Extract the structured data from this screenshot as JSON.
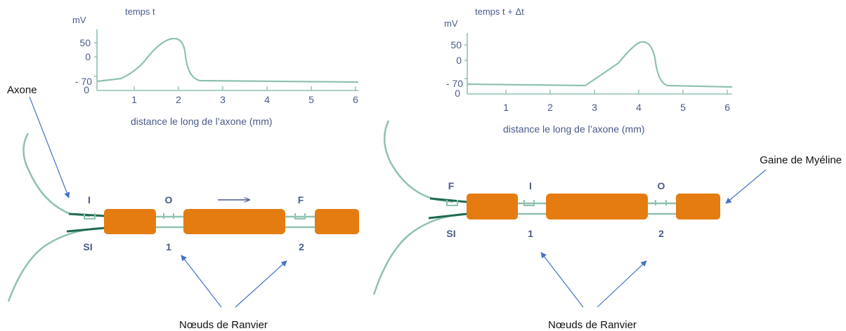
{
  "colors": {
    "trace": "#8fc2ae",
    "axon_dark": "#1e6b4f",
    "myelin": "#e47c12",
    "text_blue": "#4a5a8a",
    "arrow": "#4472c4",
    "label": "#111111"
  },
  "labels": {
    "axone": "Axone",
    "gaine": "Gaine de Myéline",
    "noeuds_left": "Nœuds de Ranvier",
    "noeuds_right": "Nœuds de Ranvier"
  },
  "left": {
    "graph": {
      "title": "temps t",
      "unit": "mV",
      "yticks": [
        "50",
        "0",
        "- 70",
        "0"
      ],
      "xticks": [
        "1",
        "2",
        "3",
        "4",
        "5",
        "6"
      ],
      "xlabel": "distance le long de l’axone (mm)"
    },
    "markers": {
      "top1": "I",
      "top2": "O",
      "top3": "F",
      "bot1": "SI",
      "bot2": "1",
      "bot3": "2"
    }
  },
  "right": {
    "graph": {
      "title": "temps t + Δt",
      "unit": "mV",
      "yticks": [
        "50",
        "0",
        "- 70",
        "0"
      ],
      "xticks": [
        "1",
        "2",
        "3",
        "4",
        "5",
        "6"
      ],
      "xlabel": "distance le long de l’axone (mm)"
    },
    "markers": {
      "top1": "F",
      "top2": "I",
      "top3": "O",
      "bot1": "SI",
      "bot2": "1",
      "bot3": "2"
    }
  }
}
